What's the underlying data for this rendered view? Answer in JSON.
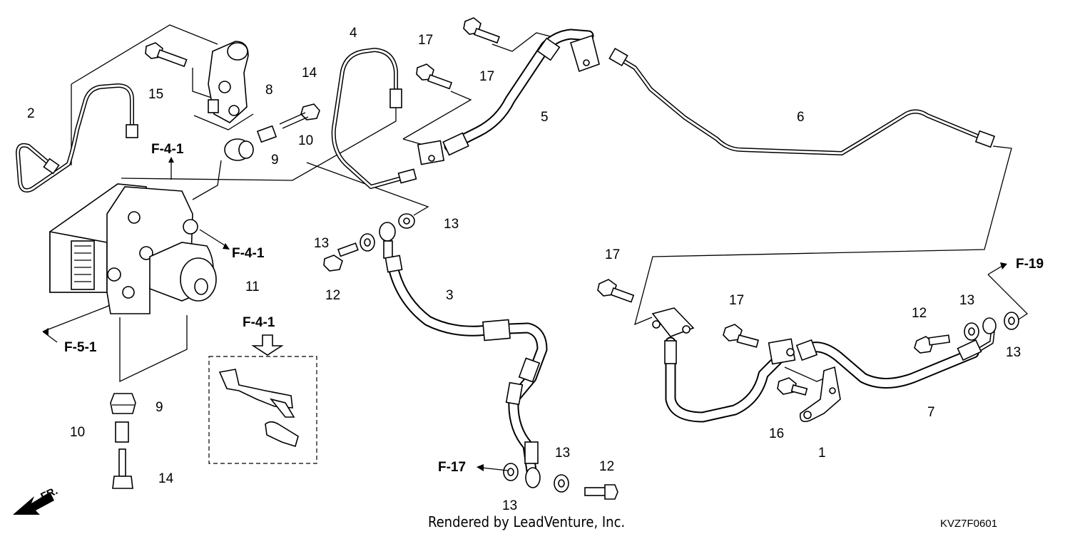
{
  "diagram": {
    "part_numbers": {
      "n1": "1",
      "n2": "2",
      "n3": "3",
      "n4": "4",
      "n5": "5",
      "n6": "6",
      "n7": "7",
      "n8": "8",
      "n9a": "9",
      "n9b": "9",
      "n10a": "10",
      "n10b": "10",
      "n11": "11",
      "n12a": "12",
      "n12b": "12",
      "n12c": "12",
      "n13a": "13",
      "n13b": "13",
      "n13c": "13",
      "n13d": "13",
      "n13e": "13",
      "n13f": "13",
      "n14a": "14",
      "n14b": "14",
      "n15": "15",
      "n16": "16",
      "n17a": "17",
      "n17b": "17",
      "n17c": "17",
      "n17d": "17"
    },
    "references": {
      "f41_top": "F-4-1",
      "f41_right": "F-4-1",
      "f41_inset": "F-4-1",
      "f51": "F-5-1",
      "f17": "F-17",
      "f19": "F-19"
    },
    "direction_label": "FR.",
    "credit": "Rendered by LeadVenture, Inc.",
    "diagram_code": "KVZ7F0601"
  }
}
